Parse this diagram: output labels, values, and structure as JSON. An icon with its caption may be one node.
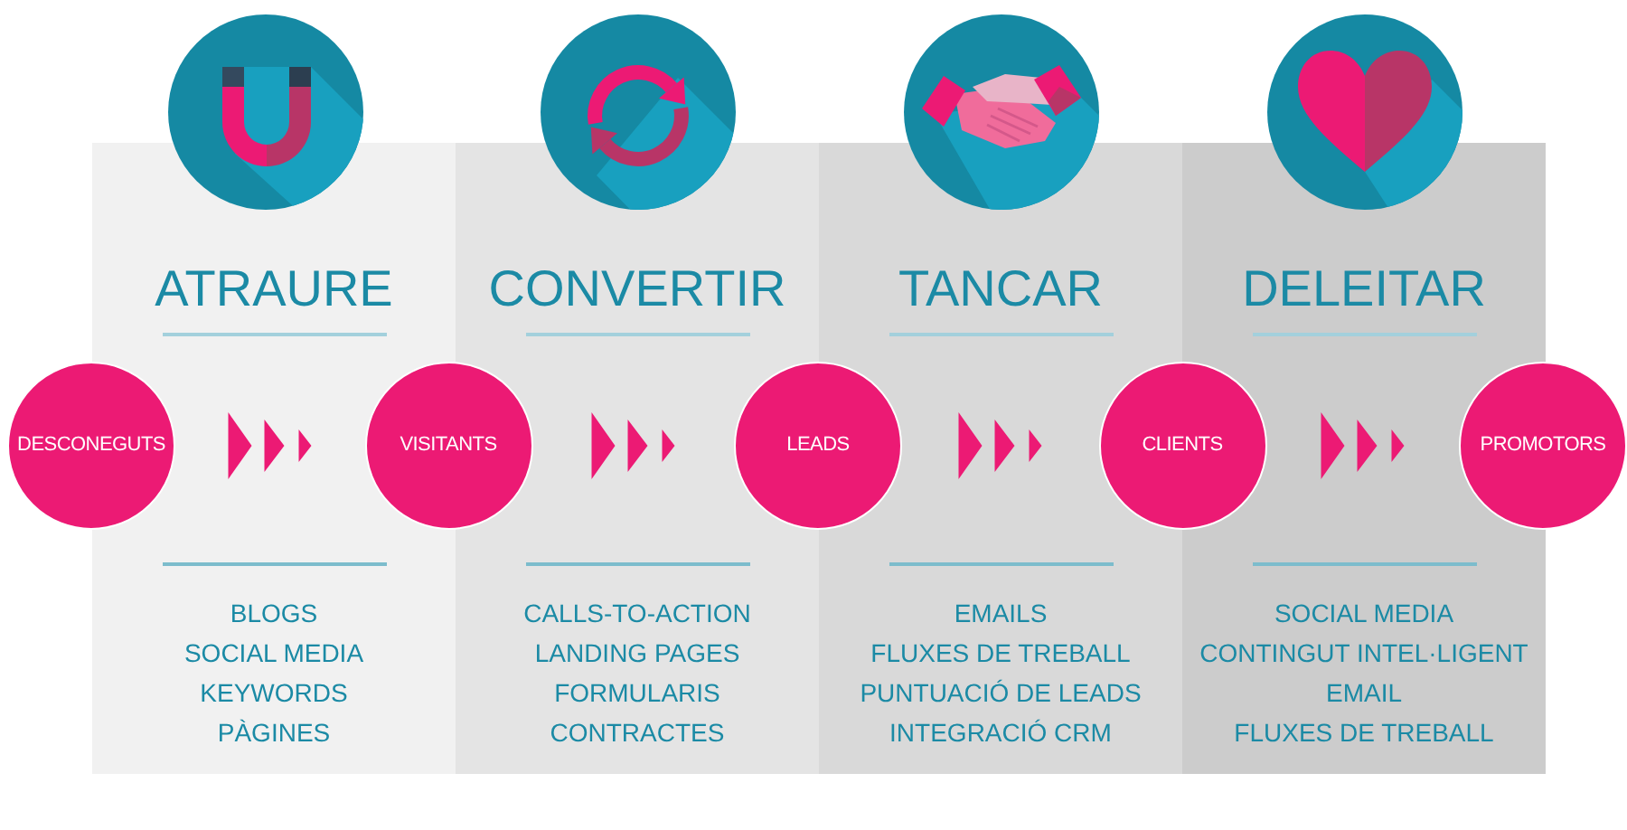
{
  "diagram": {
    "nodes": [
      {
        "text": [
          "ATRAURE",
          "BLOGS",
          "SOCIAL MEDIA",
          "KEYWORDS",
          "PÀGINES"
        ]
      },
      {
        "text": [
          "CONVERTIR",
          "CALLS-TO-ACTION",
          "LANDING PAGES",
          "FORMULARIS",
          "CONTRACTES"
        ]
      },
      {
        "text": [
          "TANCAR",
          "EMAILS",
          "FLUXES DE TREBALL",
          "PUNTUACIÓ DE LEADS",
          "INTEGRACIÓ CRM"
        ]
      },
      {
        "text": [
          "DELEITAR",
          "SOCIAL MEDIA",
          "CONTINGUT INTEL·LIGENT",
          "EMAIL",
          "FLUXES DE TREBALL"
        ]
      },
      {
        "text": [
          "DESCONEGUTS"
        ]
      },
      {
        "text": [
          "VISITANTS"
        ]
      },
      {
        "text": [
          "LEADS"
        ]
      },
      {
        "text": [
          "CLIENTS"
        ]
      },
      {
        "text": [
          "PROMOTORS"
        ]
      }
    ],
    "edges": [
      {
        "from": 4,
        "to": 5,
        "arrow": "to"
      },
      {
        "from": 5,
        "to": 6,
        "arrow": "to"
      },
      {
        "from": 6,
        "to": 7,
        "arrow": "to"
      },
      {
        "from": 7,
        "to": 8,
        "arrow": "to"
      }
    ]
  }
}
